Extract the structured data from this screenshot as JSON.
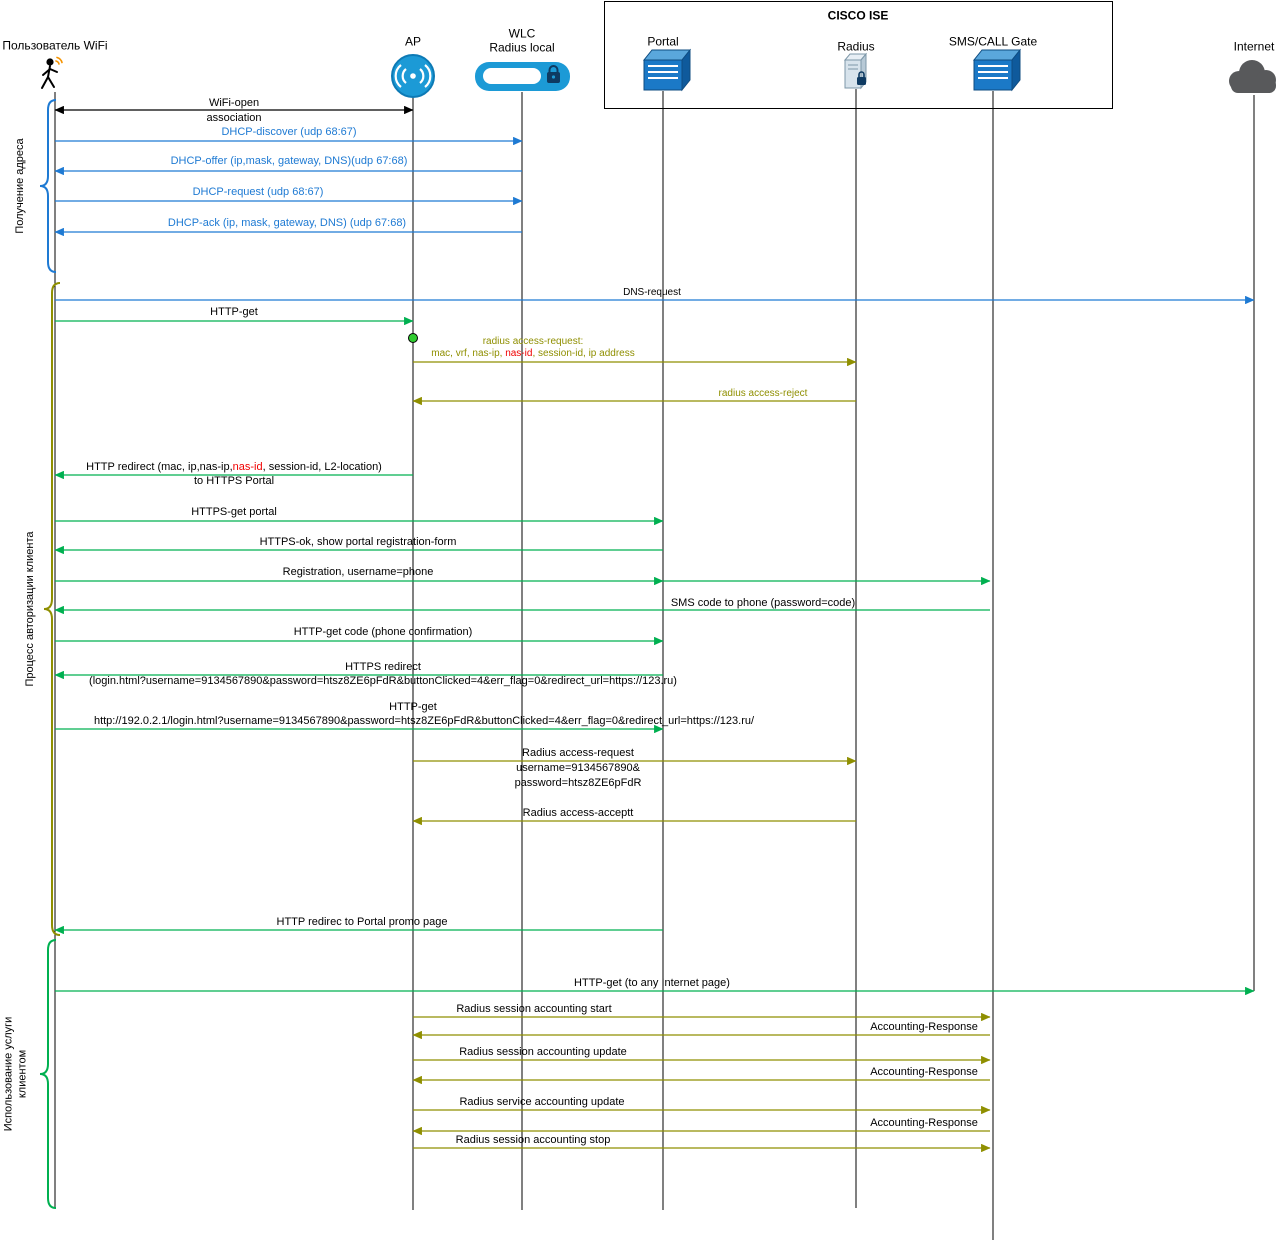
{
  "group": {
    "title": "CISCO ISE"
  },
  "actors": {
    "user": "Пользователь WiFi",
    "ap": "AP",
    "wlc_line1": "WLC",
    "wlc_line2": "Radius local",
    "portal": "Portal",
    "radius": "Radius",
    "sms_gate": "SMS/CALL Gate",
    "internet": "Internet"
  },
  "icons": {
    "user": "walking-person-icon",
    "ap": "access-point-icon",
    "wlc": "wireless-controller-lock-icon",
    "portal": "switch-3d-icon",
    "radius": "server-tower-lock-icon",
    "sms_gate": "gateway-switch-icon",
    "internet": "cloud-icon",
    "session_marker": "green-dot-marker"
  },
  "phases": {
    "address": "Получение адреса",
    "auth": "Процесс авторизации клиента",
    "usage_line1": "Использование услуги",
    "usage_line2": "клиентом"
  },
  "colors": {
    "blue": "#1e7ad3",
    "green": "#00b050",
    "olive": "#8f8f00",
    "red": "#f00000",
    "ap_blue": "#1c9ad6",
    "switch_blue": "#1b79c7",
    "cloud_gray": "#58595b"
  },
  "messages": {
    "wifi_assoc_l1": "WiFi-open",
    "wifi_assoc_l2": "association",
    "dhcp_discover": "DHCP-discover (udp 68:67)",
    "dhcp_offer": "DHCP-offer (ip,mask, gateway, DNS)(udp 67:68)",
    "dhcp_request": "DHCP-request (udp 68:67)",
    "dhcp_ack": "DHCP-ack (ip, mask, gateway, DNS) (udp 67:68)",
    "dns_request": "DNS-request",
    "http_get": "HTTP-get",
    "radius_req_l1": "radius access-request:",
    "radius_req_l2a": "mac, vrf, nas-ip, ",
    "radius_req_l2b": "nas-id",
    "radius_req_l2c": ", session-id, ip address",
    "radius_reject": "radius access-reject",
    "http_redirect_l1a": "HTTP redirect  (mac, ip,nas-ip,",
    "http_redirect_l1b": "nas-id",
    "http_redirect_l1c": ", session-id, L2-location)",
    "http_redirect_l2": "to HTTPS Portal",
    "https_get_portal": "HTTPS-get portal",
    "https_ok": "HTTPS-ok, show portal registration-form",
    "registration": "Registration, username=phone",
    "sms_code": "SMS code to phone (password=code)",
    "http_get_code": "HTTP-get code (phone confirmation)",
    "https_redirect_l1": "HTTPS redirect",
    "https_redirect_l2": "(login.html?username=9134567890&password=htsz8ZE6pFdR&buttonClicked=4&err_flag=0&redirect_url=https://123.ru)",
    "http_get2_l1": "HTTP-get",
    "http_get2_l2": "http://192.0.2.1/login.html?username=9134567890&password=htsz8ZE6pFdR&buttonClicked=4&err_flag=0&redirect_url=https://123.ru/",
    "radius_access_req_l1": "Radius access-request",
    "radius_access_req_l2": "username=9134567890&",
    "radius_access_req_l3": "password=htsz8ZE6pFdR",
    "radius_accept": "Radius access-acceptt",
    "http_redirect_promo": "HTTP redirec to Portal promo page",
    "http_get_internet": "HTTP-get (to any Internet page)",
    "acct_start": "Radius session accounting start",
    "acct_resp1": "Accounting-Response",
    "acct_update1": "Radius session accounting update",
    "acct_resp2": "Accounting-Response",
    "acct_update2": "Radius service accounting update",
    "acct_resp3": "Accounting-Response",
    "acct_stop": "Radius session accounting stop"
  }
}
